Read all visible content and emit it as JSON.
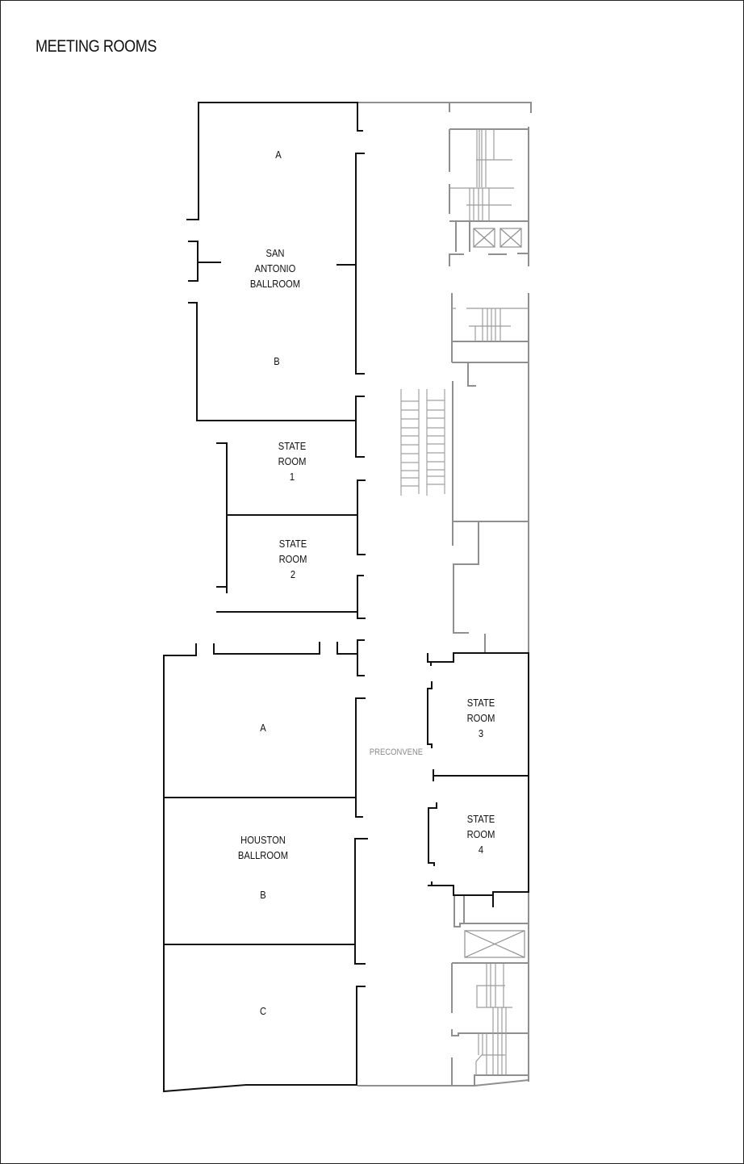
{
  "page": {
    "title": "MEETING ROOMS"
  },
  "colors": {
    "wall": "#111111",
    "service": "#8f8f8f",
    "background": "#ffffff",
    "preconvene_text": "#8a8a8a"
  },
  "rooms": {
    "san_antonio_a": "A",
    "san_antonio_name": "SAN\nANTONIO\nBALLROOM",
    "san_antonio_b": "B",
    "state_room_1": "STATE\nROOM\n1",
    "state_room_2": "STATE\nROOM\n2",
    "houston_a": "A",
    "houston_name": "HOUSTON\nBALLROOM",
    "houston_b": "B",
    "houston_c": "C",
    "state_room_3": "STATE\nROOM\n3",
    "state_room_4": "STATE\nROOM\n4",
    "preconvene": "PRECONVENE"
  },
  "icons": {
    "elevator": "elevator-icon",
    "stairs": "stairs-icon",
    "escalator": "escalator-icon"
  }
}
